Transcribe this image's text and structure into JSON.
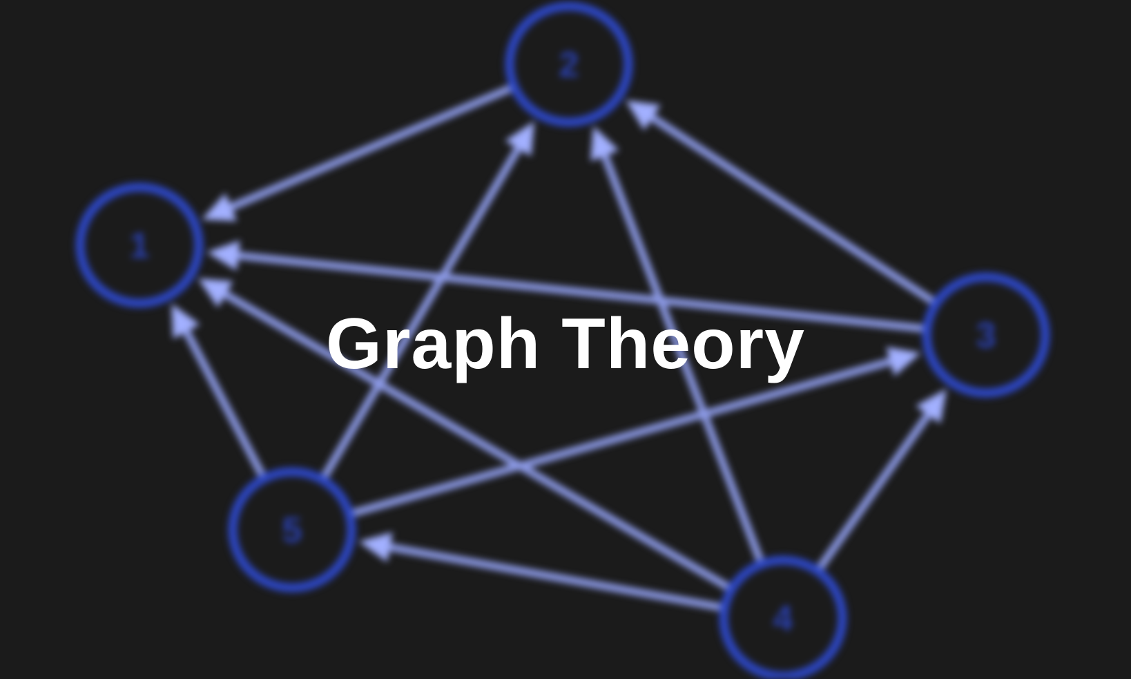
{
  "title": "Graph Theory",
  "colors": {
    "background": "#1b1b1b",
    "node_stroke": "#2d47c4",
    "node_label": "#2a40b0",
    "edge": "#8d9be8",
    "arrowhead": "#a2b0ff",
    "title": "#ffffff"
  },
  "graph": {
    "directed": true,
    "nodes": [
      {
        "id": "1",
        "label": "1"
      },
      {
        "id": "2",
        "label": "2"
      },
      {
        "id": "3",
        "label": "3"
      },
      {
        "id": "4",
        "label": "4"
      },
      {
        "id": "5",
        "label": "5"
      }
    ],
    "edges": [
      {
        "from": "2",
        "to": "1"
      },
      {
        "from": "3",
        "to": "2"
      },
      {
        "from": "3",
        "to": "1"
      },
      {
        "from": "4",
        "to": "1"
      },
      {
        "from": "4",
        "to": "2"
      },
      {
        "from": "4",
        "to": "3"
      },
      {
        "from": "4",
        "to": "5"
      },
      {
        "from": "5",
        "to": "1"
      },
      {
        "from": "5",
        "to": "2"
      },
      {
        "from": "5",
        "to": "3"
      }
    ]
  }
}
